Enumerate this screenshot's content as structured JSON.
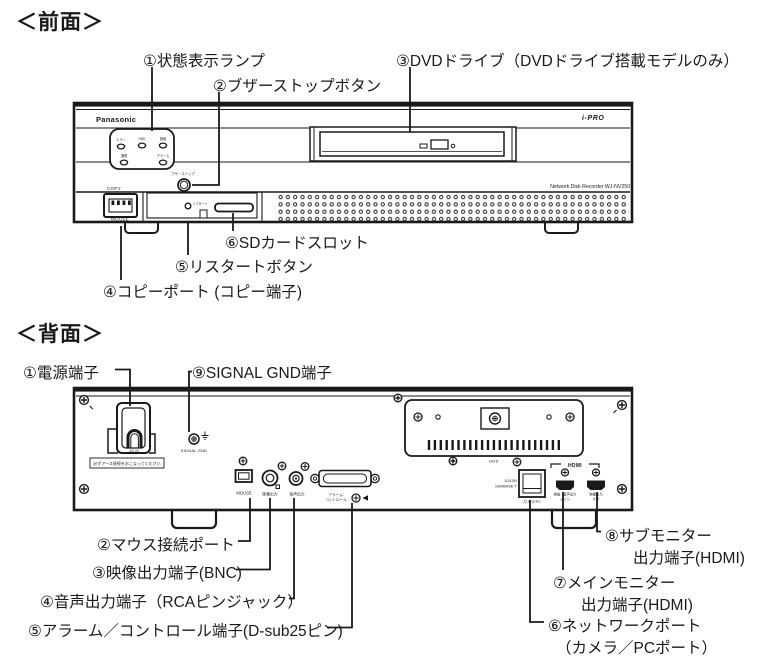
{
  "front": {
    "heading": "＜前面＞",
    "callouts": {
      "status_lamp": "①状態表示ランプ",
      "buzzer_stop": "②ブザーストップボタン",
      "dvd_drive": "③DVDドライブ（DVDドライブ搭載モデルのみ）",
      "copy_port": "④コピーポート (コピー端子)",
      "restart_button": "⑤リスタートボタン",
      "sd_card_slot": "⑥SDカードスロット"
    },
    "panel": {
      "brand": "Panasonic",
      "ipro_logo": "i-PRO",
      "model": "Network Disk Recorder WJ-NV250",
      "led_error": "エラー",
      "led_hdd": "HDD",
      "led_rec": "録画",
      "led_power": "通電",
      "led_alarm": "アラーム",
      "buzzer_small": "ブザーストップ",
      "copy": "COPY",
      "mouse": "MOUSE",
      "restart_small": "リスタート"
    }
  },
  "rear": {
    "heading": "＜背面＞",
    "callouts": {
      "power": "①電源端子",
      "signal_gnd": "⑨SIGNAL GND端子",
      "mouse_port": "②マウス接続ポート",
      "video_out": "③映像出力端子(BNC)",
      "audio_out": "④音声出力端子（RCAピンジャック）",
      "alarm_control": "⑤アラーム／コントロール端子(D-sub25ピン)",
      "network_line1": "⑥ネットワークポート",
      "network_line2": "（カメラ／PCポート）",
      "main_monitor_line1": "⑦メインモニター",
      "main_monitor_line2": "出力端子(HDMI)",
      "sub_monitor_line1": "⑧サブモニター",
      "sub_monitor_line2": "出力端子(HDMI)"
    },
    "panel": {
      "ac_in": "AC IN",
      "ground_warning": "必ずアース接続をおこなってください",
      "signal_gnd": "SIGNAL GND",
      "mouse": "MOUSE",
      "video_out": "映像出力",
      "audio_out": "音声出力",
      "alarm_line1": "アラーム/",
      "alarm_line2": "コントロール",
      "hdd": "HDD",
      "eth_line1": "10/100/",
      "eth_line2": "1000BASE-T",
      "camera_pc": "カメラ/PC",
      "hdmi": "HDMI",
      "hdmi_main_line1": "映像・音声出力",
      "hdmi_main_line2": "メイン",
      "hdmi_sub_line1": "映像出力",
      "hdmi_sub_line2": "サブ"
    }
  }
}
